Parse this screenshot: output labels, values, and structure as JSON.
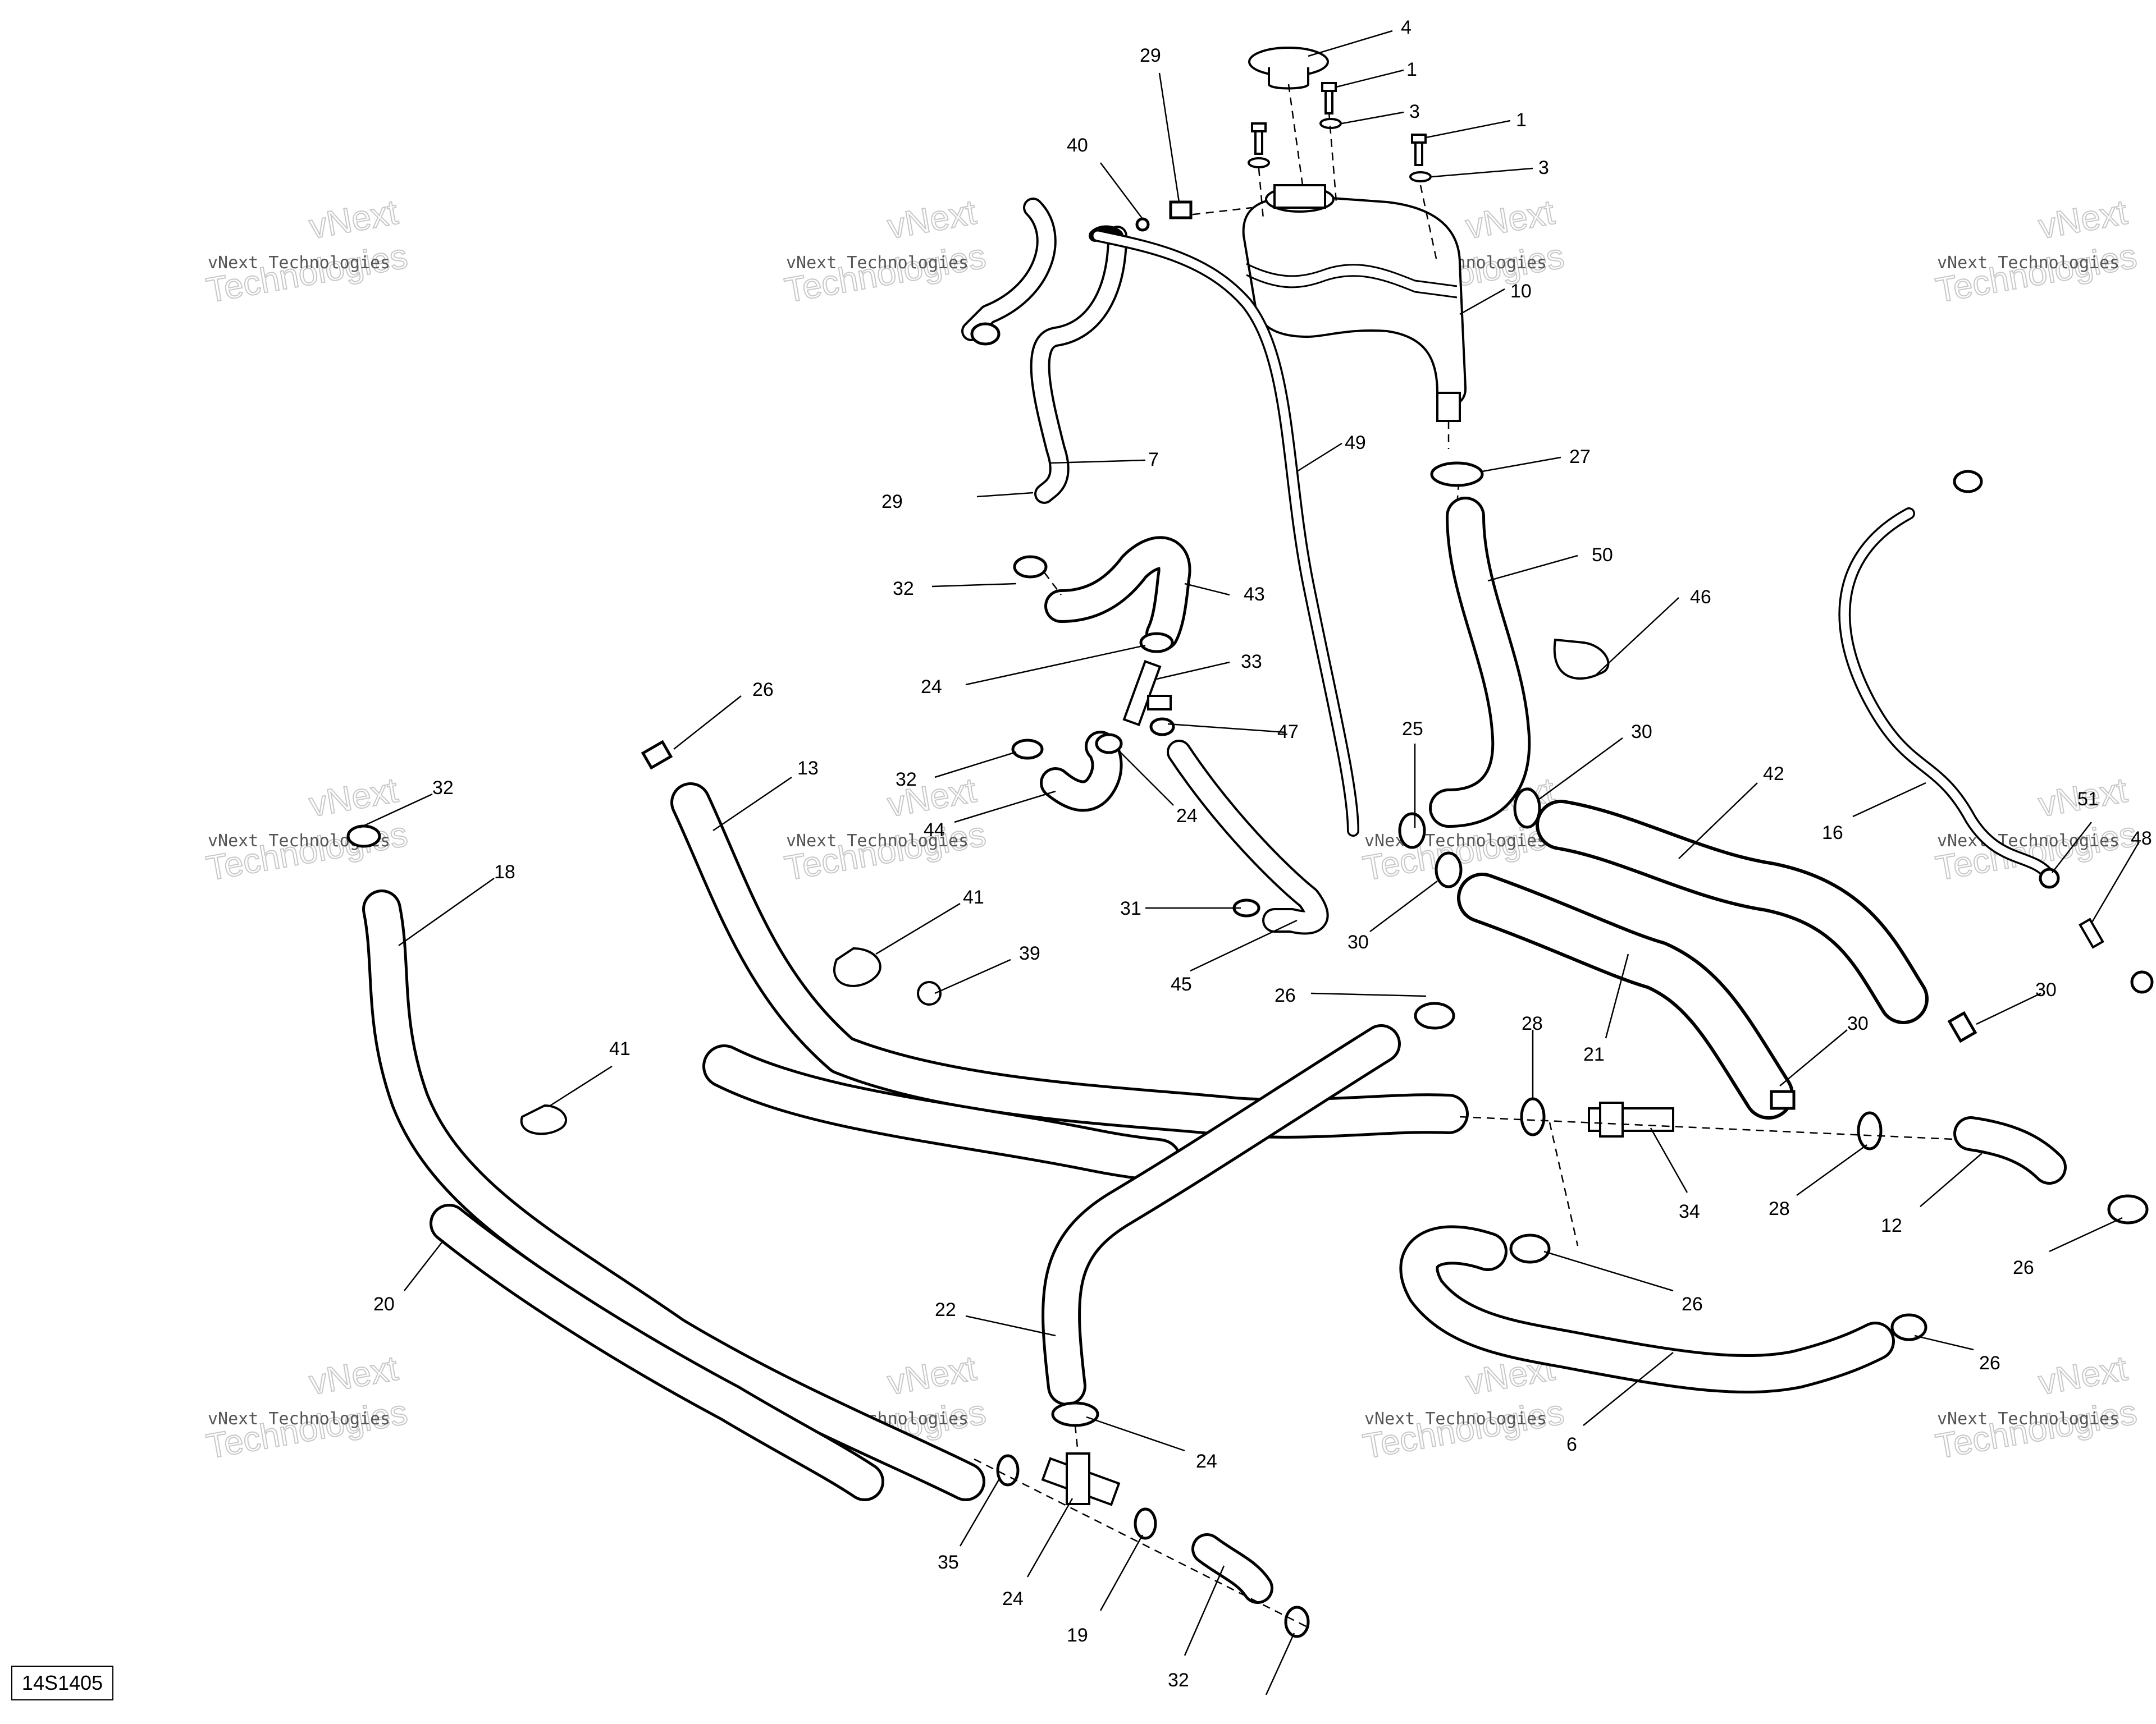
{
  "diagram_ref": "14S1405",
  "watermark": {
    "line1": "vNext Technologies",
    "line2": "Technologies",
    "line3": "vNext"
  },
  "callouts": [
    "4",
    "1",
    "3",
    "1",
    "3",
    "29",
    "40",
    "10",
    "7",
    "29",
    "49",
    "27",
    "50",
    "32",
    "43",
    "46",
    "24",
    "33",
    "26",
    "47",
    "25",
    "30",
    "32",
    "24",
    "13",
    "44",
    "42",
    "32",
    "16",
    "51",
    "48",
    "18",
    "31",
    "41",
    "30",
    "39",
    "45",
    "26",
    "28",
    "30",
    "30",
    "21",
    "41",
    "34",
    "28",
    "12",
    "26",
    "20",
    "22",
    "26",
    "6",
    "26",
    "24",
    "35",
    "24",
    "19",
    "32"
  ]
}
